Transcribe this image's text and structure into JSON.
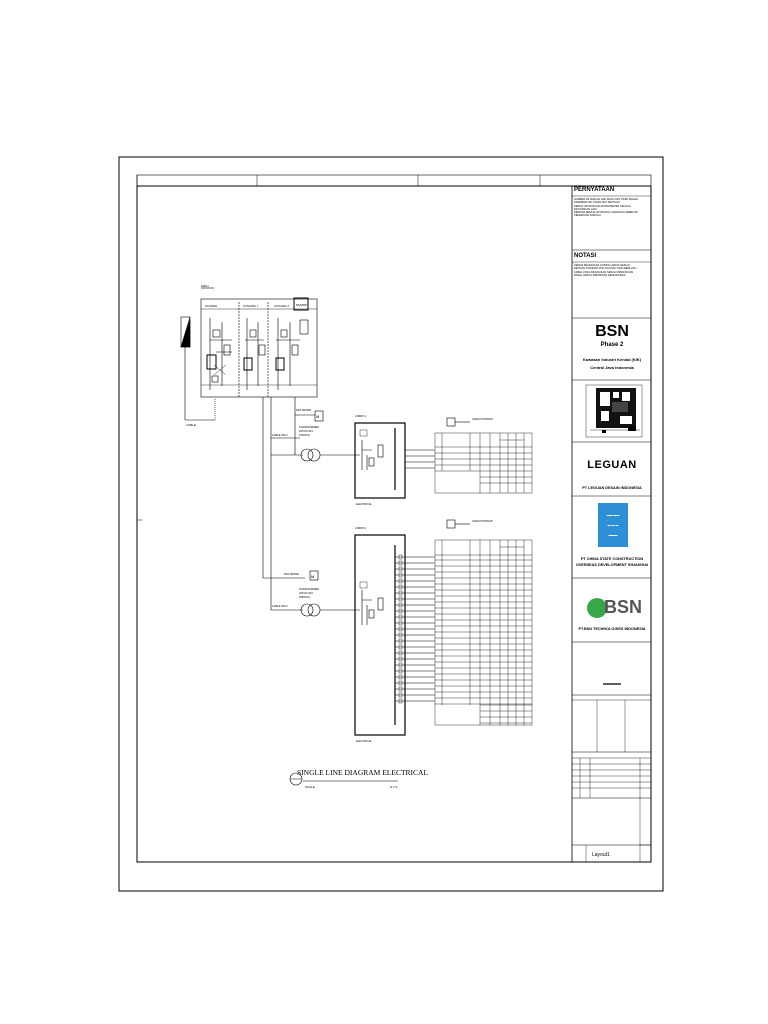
{
  "notes_header": "PERNYATAAN",
  "notes_lines": [
    "GAMBAR INI ADALAH HAK MILIK DAN TIDAK BOLEH",
    "DIPERBANYAK TANPA IZIN TERTULIS",
    "SEMUA UKURAN DALAM MILIMETER KECUALI",
    "DINYATAKAN LAIN",
    "PERIKSA SEMUA UKURAN DI LAPANGAN SEBELUM",
    "PEKERJAAN DIMULAI"
  ],
  "notation_header": "NOTASI",
  "notation_lines": [
    "SEMUA PEKERJAAN LISTRIK HARUS SESUAI",
    "DENGAN STANDAR PUIL DAN SNI YANG BERLAKU",
    "KABEL YANG DIGUNAKAN SESUAI SPESIFIKASI",
    "PANEL HARUS DIBUMIKAN DENGAN BAIK"
  ],
  "project": {
    "name": "BSN",
    "phase": "Phase 2",
    "area": "Kawasan Industri Kendal (KIK)",
    "location": "Central Java Indonesia"
  },
  "companies": {
    "architect_logo": "LEGUAN",
    "architect": "PT LEGUAN DESAIN INDONESIA",
    "contractor": "PT CHINA STATE CONSTRUCTION",
    "contractor_line2": "OVERSEAS DEVELOPMENT SHANGHAI",
    "owner_logo": "BSN",
    "owner": "PT.BSN TECHNOLOGIES INDONESIA"
  },
  "drawing_title": "SINGLE LINE DIAGRAM ELECTRICAL",
  "layout_name": "Layout1",
  "colors": {
    "line": "#000000",
    "cscec_blue": "#2d8fd5",
    "bsn_green": "#3aa64b",
    "bsn_grey": "#555555"
  }
}
